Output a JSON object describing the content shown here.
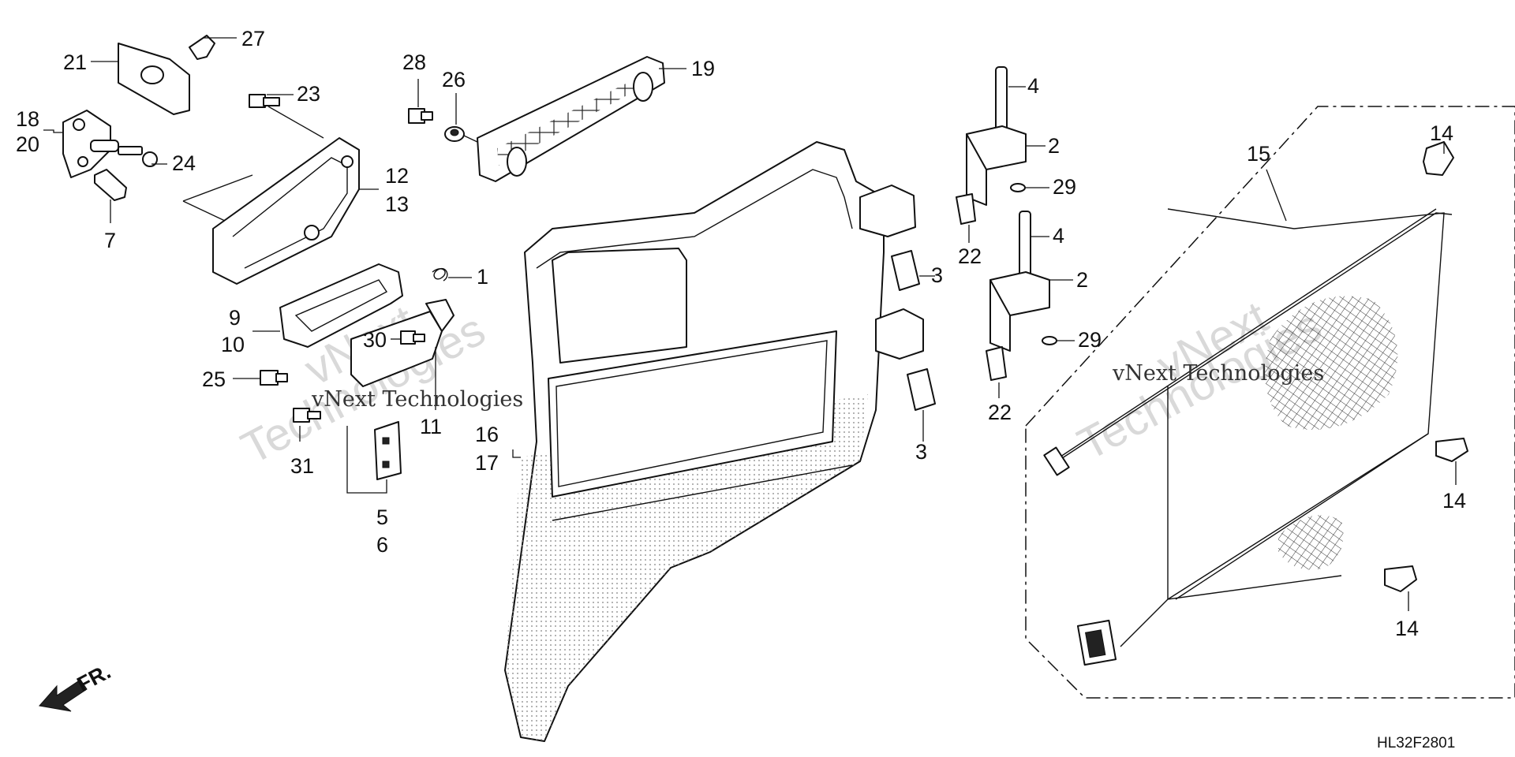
{
  "diagram": {
    "callouts": [
      {
        "id": "c1",
        "text": "1"
      },
      {
        "id": "c2a",
        "text": "2"
      },
      {
        "id": "c2b",
        "text": "2"
      },
      {
        "id": "c3a",
        "text": "3"
      },
      {
        "id": "c3b",
        "text": "3"
      },
      {
        "id": "c4a",
        "text": "4"
      },
      {
        "id": "c4b",
        "text": "4"
      },
      {
        "id": "c5",
        "text": "5"
      },
      {
        "id": "c6",
        "text": "6"
      },
      {
        "id": "c7",
        "text": "7"
      },
      {
        "id": "c9",
        "text": "9"
      },
      {
        "id": "c10",
        "text": "10"
      },
      {
        "id": "c11",
        "text": "11"
      },
      {
        "id": "c12",
        "text": "12"
      },
      {
        "id": "c13",
        "text": "13"
      },
      {
        "id": "c14a",
        "text": "14"
      },
      {
        "id": "c14b",
        "text": "14"
      },
      {
        "id": "c14c",
        "text": "14"
      },
      {
        "id": "c15",
        "text": "15"
      },
      {
        "id": "c16",
        "text": "16"
      },
      {
        "id": "c17",
        "text": "17"
      },
      {
        "id": "c18",
        "text": "18"
      },
      {
        "id": "c19",
        "text": "19"
      },
      {
        "id": "c20",
        "text": "20"
      },
      {
        "id": "c21",
        "text": "21"
      },
      {
        "id": "c22a",
        "text": "22"
      },
      {
        "id": "c22b",
        "text": "22"
      },
      {
        "id": "c23",
        "text": "23"
      },
      {
        "id": "c24",
        "text": "24"
      },
      {
        "id": "c25",
        "text": "25"
      },
      {
        "id": "c26",
        "text": "26"
      },
      {
        "id": "c27",
        "text": "27"
      },
      {
        "id": "c28",
        "text": "28"
      },
      {
        "id": "c29a",
        "text": "29"
      },
      {
        "id": "c29b",
        "text": "29"
      },
      {
        "id": "c30",
        "text": "30"
      },
      {
        "id": "c31",
        "text": "31"
      }
    ],
    "front_arrow_label": "FR.",
    "diagram_code": "HL32F2801",
    "watermark": {
      "line1": "vNext",
      "line2": "Technologies",
      "inline": "vNext Technologies"
    }
  }
}
